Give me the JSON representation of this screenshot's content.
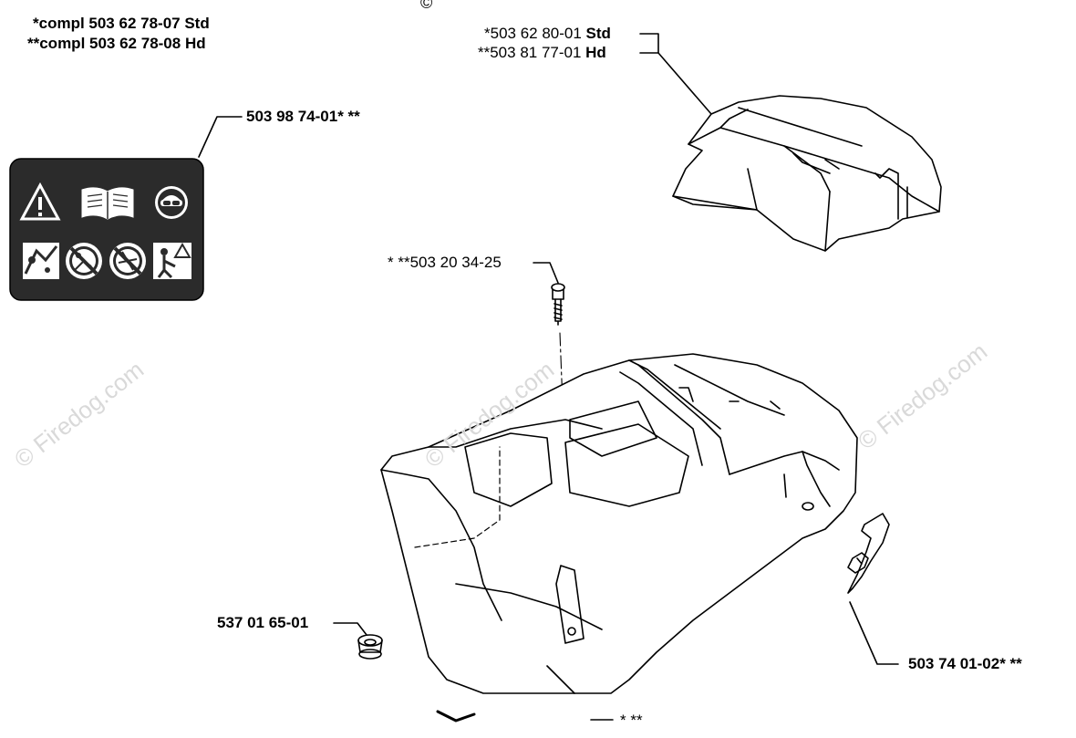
{
  "header": {
    "compl_std": "*compl 503 62 78-07 Std",
    "compl_hd": "**compl 503 62 78-08 Hd",
    "copyright_symbol": "©"
  },
  "labels": {
    "cover_std_prefix": "*503 62 80-01 ",
    "cover_std_suffix": "Std",
    "cover_hd_prefix": "**503 81 77-01 ",
    "cover_hd_suffix": "Hd",
    "decal": "503 98 74-01* **",
    "screw": "* **503 20 34-25",
    "grommet": "537 01 65-01",
    "latch": "503 74 01-02* **",
    "housing": "* **"
  },
  "watermark": {
    "text": "© Firedog.com"
  },
  "decal_icons": [
    "warning-triangle-icon",
    "manual-book-icon",
    "eye-ear-protection-icon",
    "hazard-thrown-objects-icon",
    "no-bystanders-icon",
    "no-blade-icon",
    "operator-warning-icon"
  ],
  "colors": {
    "line": "#000000",
    "decal_bg": "#2b2b2b",
    "watermark": "#d9d9d9"
  }
}
